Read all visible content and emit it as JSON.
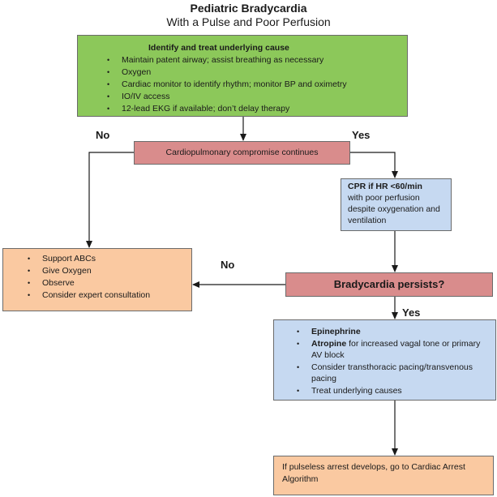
{
  "title": "Pediatric Bradycardia",
  "subtitle": "With a Pulse and Poor Perfusion",
  "identify_box": {
    "heading": "Identify and treat underlying cause",
    "items": [
      "Maintain patent airway; assist breathing as necessary",
      "Oxygen",
      "Cardiac monitor to identify rhythm; monitor BP and oximetry",
      "IO/IV access",
      "12-lead EKG if available; don’t delay therapy"
    ]
  },
  "compromise_box": {
    "label": "Cardiopulmonary compromise continues"
  },
  "branch_labels": {
    "no_1": "No",
    "yes_1": "Yes",
    "no_2": "No",
    "yes_2": "Yes"
  },
  "cpr_box": {
    "heading": "CPR if HR <60/min",
    "text": "with poor perfusion despite oxygenation and ventilation"
  },
  "support_box": {
    "items": [
      "Support ABCs",
      "Give Oxygen",
      "Observe",
      "Consider expert consultation"
    ]
  },
  "persists_box": {
    "label": "Bradycardia persists?"
  },
  "drugs_box": {
    "items": [
      {
        "bold": "Epinephrine",
        "rest": ""
      },
      {
        "bold": "Atropine",
        "rest": " for increased vagal tone or primary AV block"
      },
      {
        "bold": "",
        "rest": "Consider transthoracic pacing/transvenous pacing"
      },
      {
        "bold": "",
        "rest": "Treat underlying causes"
      }
    ]
  },
  "arrest_box": {
    "text": "If pulseless arrest develops, go to Cardiac Arrest Algorithm"
  },
  "colors": {
    "green": "#8cc85a",
    "pink": "#d98c8c",
    "blue": "#c6d9f1",
    "peach": "#fac9a1",
    "arrow": "#1a1a1a",
    "border": "#6b6b6b"
  }
}
